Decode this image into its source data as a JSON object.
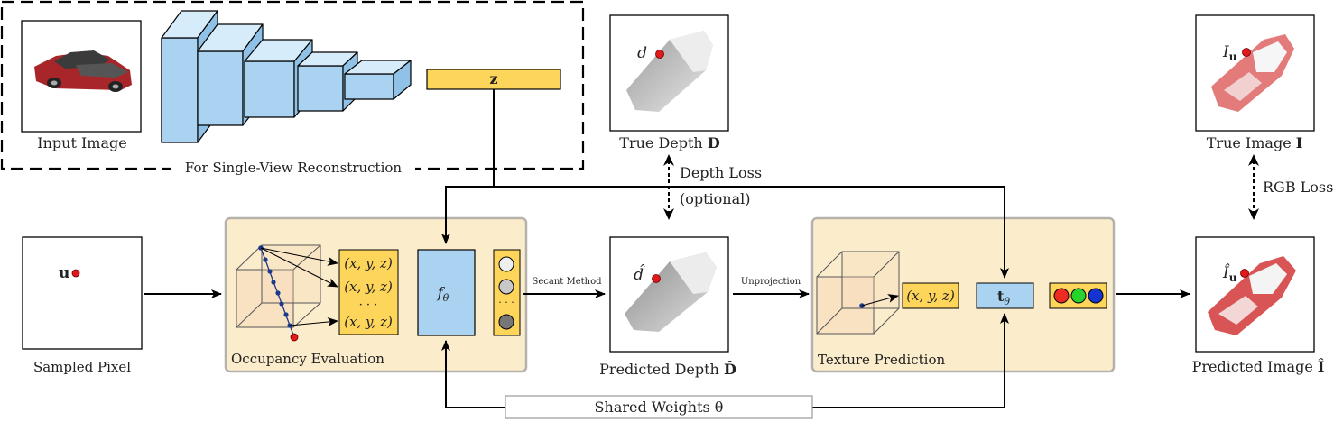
{
  "labels": {
    "input_image": "Input Image",
    "single_view": "For Single-View Reconstruction",
    "z": "z",
    "true_depth_prefix": "True Depth ",
    "true_depth_symbol": "D",
    "d": "d",
    "d_hat": "d̂",
    "depth_loss": "Depth Loss",
    "optional": "(optional)",
    "true_image_prefix": "True Image ",
    "true_image_symbol": "I",
    "I_u": "I",
    "u_sub": "u",
    "rgb_loss": "RGB Loss",
    "u": "u",
    "sampled_pixel": "Sampled Pixel",
    "xyz": "(x, y, z)",
    "dots": "· · ·",
    "f_theta": "f",
    "theta": "θ",
    "occupancy_evaluation": "Occupancy Evaluation",
    "secant_method": "Secant Method",
    "predicted_depth_prefix": "Predicted Depth ",
    "predicted_depth_symbol": "D̂",
    "unprojection": "Unprojection",
    "t_theta": "t",
    "texture_prediction": "Texture Prediction",
    "predicted_image_prefix": "Predicted Image ",
    "predicted_image_symbol": "Î",
    "I_hat_u": "Î",
    "shared_weights": "Shared Weights θ"
  },
  "colors": {
    "encoder_blue": "#a9d3f0",
    "latent_yellow": "#fdd55a",
    "panel_fill": "#fbeccb",
    "panel_border": "#b5b2ad",
    "point_red": "#e3181b",
    "point_blue": "#1d3a8a",
    "rgb_red": "#ee2b23",
    "rgb_green": "#27d42b",
    "rgb_blue": "#1433d0"
  }
}
